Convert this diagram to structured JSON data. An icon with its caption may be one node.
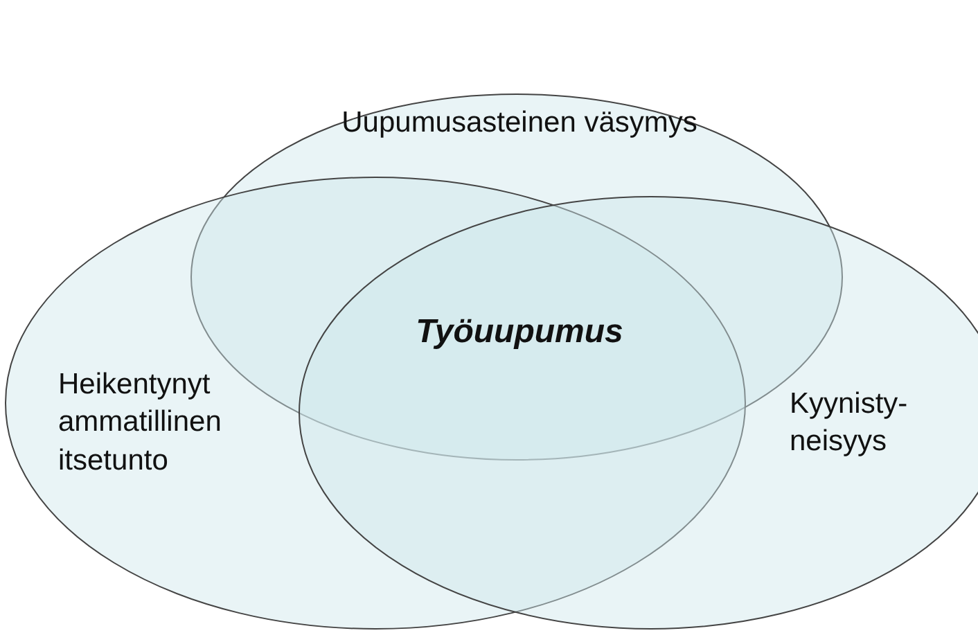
{
  "diagram": {
    "nodes": [
      {
        "text": [
          "Uupumusasteinen väsymys"
        ]
      },
      {
        "text": [
          "Heikentynyt ammatillinen itsetunto"
        ]
      },
      {
        "text": [
          "Kyynisty- neisyys"
        ]
      }
    ],
    "labels": [
      "Työuupumus"
    ]
  }
}
